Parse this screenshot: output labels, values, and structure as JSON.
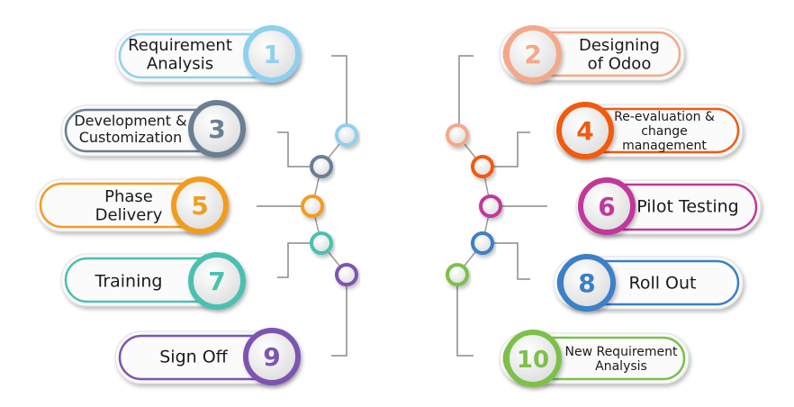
{
  "title": "Odoo implementation steps",
  "steps": [
    {
      "number": "1",
      "lines": [
        "Requirement",
        "Analysis"
      ],
      "color": "#8fd0f0"
    },
    {
      "number": "2",
      "lines": [
        "Designing",
        "of Odoo"
      ],
      "color": "#f4a88a"
    },
    {
      "number": "3",
      "lines": [
        "Development &",
        "Customization"
      ],
      "color": "#6b7f93"
    },
    {
      "number": "4",
      "lines": [
        "Re-evaluation &",
        "change",
        "management"
      ],
      "color": "#f25a0f"
    },
    {
      "number": "5",
      "lines": [
        "Phase",
        "Delivery"
      ],
      "color": "#f39c1f"
    },
    {
      "number": "6",
      "lines": [
        "Pilot Testing"
      ],
      "color": "#c0399a"
    },
    {
      "number": "7",
      "lines": [
        "Training"
      ],
      "color": "#4cc0b0"
    },
    {
      "number": "8",
      "lines": [
        "Roll Out"
      ],
      "color": "#3a80c8"
    },
    {
      "number": "9",
      "lines": [
        "Sign Off"
      ],
      "color": "#7b55b0"
    },
    {
      "number": "10",
      "lines": [
        "New Requirement",
        "Analysis"
      ],
      "color": "#7cc04a"
    }
  ]
}
